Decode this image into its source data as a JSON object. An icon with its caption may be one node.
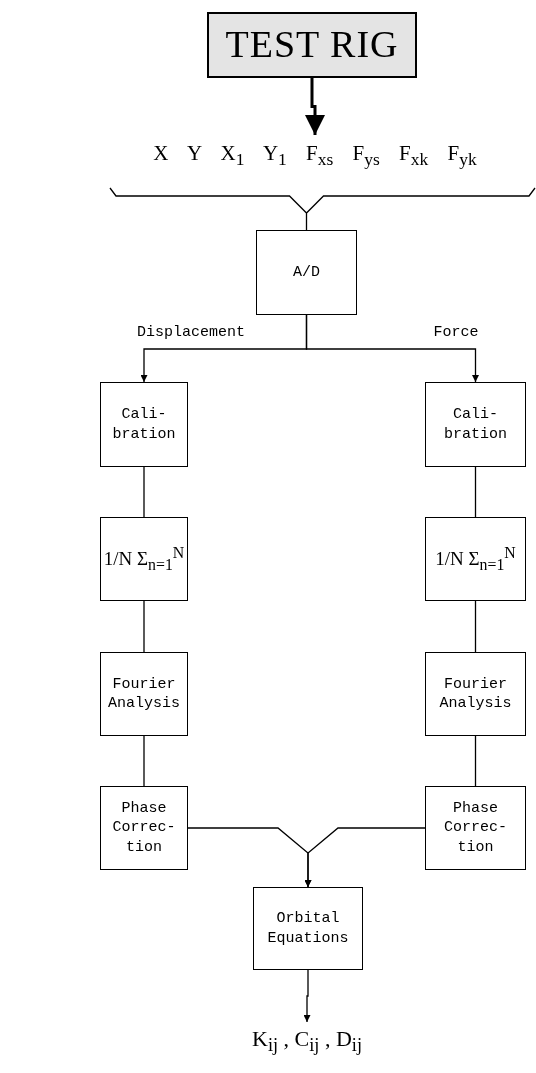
{
  "diagram": {
    "nodes": [
      {
        "text": [
          "TEST RIG"
        ]
      },
      {
        "text": [
          "X Y X$_{1}$ Y$_{1}$ F$_{xs}$ F$_{ys}$ F$_{xk}$ F$_{yk}$"
        ]
      },
      {
        "text": [
          "A/D"
        ]
      },
      {
        "text": [
          "Cali- bration"
        ]
      },
      {
        "text": [
          "1/N Σ$_{n=1}$$^{N}$"
        ]
      },
      {
        "text": [
          "Fourier Analysis"
        ]
      },
      {
        "text": [
          "Phase Correc- tion"
        ]
      },
      {
        "text": [
          "Cali- bration"
        ]
      },
      {
        "text": [
          "1/N Σ$_{n=1}$$^{N}$"
        ]
      },
      {
        "text": [
          "Fourier Analysis"
        ]
      },
      {
        "text": [
          "Phase Correc- tion"
        ]
      },
      {
        "text": [
          "Orbital Equations"
        ]
      },
      {
        "text": [
          "K$_{ij}$ , C$_{ij}$ , D$_{ij}$"
        ]
      }
    ],
    "edges": [
      {
        "from": 0,
        "to": 1,
        "arrow": "to",
        "style": "thick"
      },
      {
        "from": 1,
        "to": 2,
        "arrow": "none"
      },
      {
        "from": 2,
        "to": 3,
        "arrow": "to",
        "label": "Displacement"
      },
      {
        "from": 2,
        "to": 7,
        "arrow": "to",
        "label": "Force"
      },
      {
        "from": 3,
        "to": 4,
        "arrow": "none"
      },
      {
        "from": 4,
        "to": 5,
        "arrow": "none"
      },
      {
        "from": 5,
        "to": 6,
        "arrow": "none"
      },
      {
        "from": 7,
        "to": 8,
        "arrow": "none"
      },
      {
        "from": 8,
        "to": 9,
        "arrow": "none"
      },
      {
        "from": 9,
        "to": 10,
        "arrow": "none"
      },
      {
        "from": 6,
        "to": 11,
        "arrow": "to"
      },
      {
        "from": 10,
        "to": 11,
        "arrow": "to"
      },
      {
        "from": 11,
        "to": 12,
        "arrow": "to"
      }
    ]
  }
}
